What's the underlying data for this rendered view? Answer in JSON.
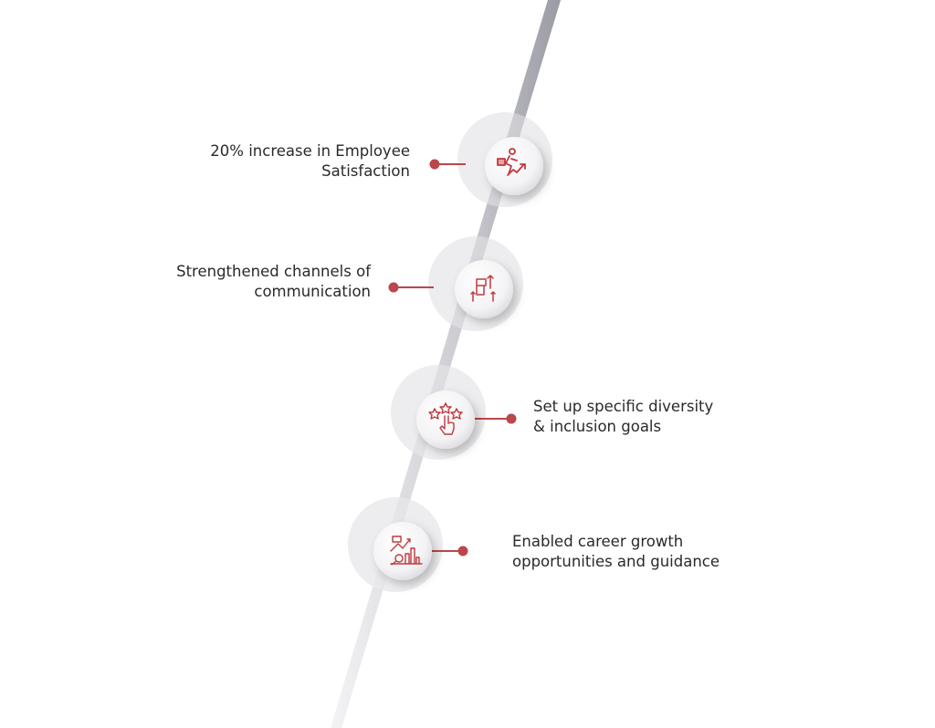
{
  "colors": {
    "accent": "#b9474b",
    "band": "#d9d9de",
    "halo": "#eeeeef",
    "text": "#2a2a2a"
  },
  "milestones": [
    {
      "icon": "running-growth-icon",
      "lines": [
        "20% increase in Employee",
        "Satisfaction"
      ]
    },
    {
      "icon": "raised-fist-arrows-icon",
      "lines": [
        "Strengthened channels of",
        "communication"
      ]
    },
    {
      "icon": "hand-stars-rating-icon",
      "lines": [
        "Set up specific diversity",
        "& inclusion goals"
      ]
    },
    {
      "icon": "career-chart-icon",
      "lines": [
        "Enabled career growth",
        "opportunities and guidance"
      ]
    }
  ]
}
